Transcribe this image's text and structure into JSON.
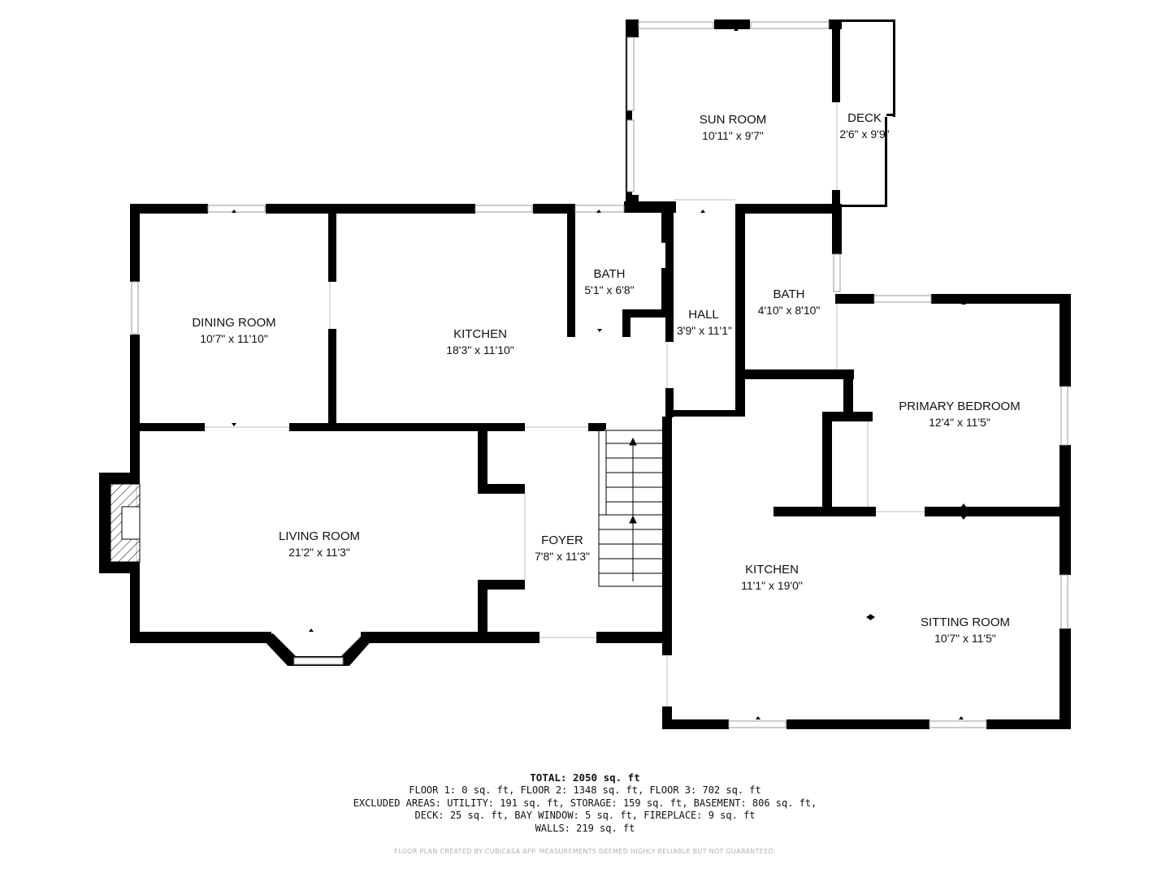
{
  "rooms": {
    "sun_room": {
      "name": "SUN ROOM",
      "dim": "10'11\" x 9'7\""
    },
    "deck": {
      "name": "DECK",
      "dim": "2'6\" x 9'9\""
    },
    "dining_room": {
      "name": "DINING ROOM",
      "dim": "10'7\" x 11'10\""
    },
    "kitchen_main": {
      "name": "KITCHEN",
      "dim": "18'3\" x 11'10\""
    },
    "bath_1": {
      "name": "BATH",
      "dim": "5'1\" x 6'8\""
    },
    "hall": {
      "name": "HALL",
      "dim": "3'9\" x 11'1\""
    },
    "bath_2": {
      "name": "BATH",
      "dim": "4'10\" x 8'10\""
    },
    "primary_bedroom": {
      "name": "PRIMARY BEDROOM",
      "dim": "12'4\" x 11'5\""
    },
    "living_room": {
      "name": "LIVING ROOM",
      "dim": "21'2\" x 11'3\""
    },
    "foyer": {
      "name": "FOYER",
      "dim": "7'8\" x 11'3\""
    },
    "kitchen_2": {
      "name": "KITCHEN",
      "dim": "11'1\" x 19'0\""
    },
    "sitting_room": {
      "name": "SITTING ROOM",
      "dim": "10'7\" x 11'5\""
    }
  },
  "summary": {
    "total": "TOTAL: 2050 sq. ft",
    "line1": "FLOOR 1: 0 sq. ft, FLOOR 2: 1348 sq. ft, FLOOR 3: 702 sq. ft",
    "line2": "EXCLUDED AREAS: UTILITY: 191 sq. ft, STORAGE: 159 sq. ft, BASEMENT: 806 sq. ft,",
    "line3": "DECK: 25 sq. ft, BAY WINDOW: 5 sq. ft, FIREPLACE: 9 sq. ft",
    "line4": "WALLS: 219 sq. ft"
  },
  "credit": "FLOOR PLAN CREATED BY CUBICASA APP. MEASUREMENTS DEEMED HIGHLY RELIABLE BUT NOT GUARANTEED.",
  "colors": {
    "wall": "#000000",
    "window": "#9a9a9a",
    "background": "#ffffff"
  }
}
